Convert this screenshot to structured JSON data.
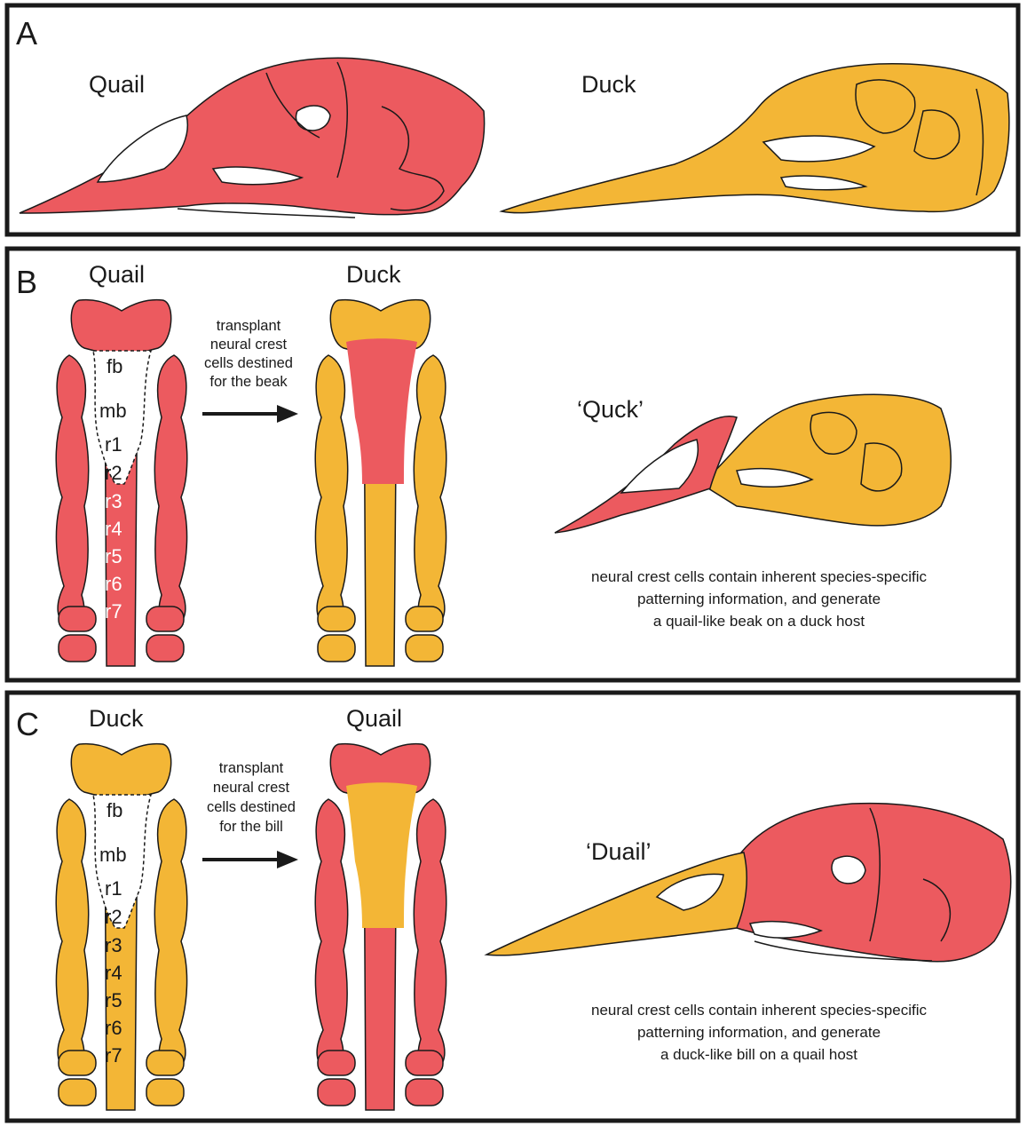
{
  "colors": {
    "quail": "#ec5a5f",
    "duck": "#f3b636",
    "outline": "#1a1a1a"
  },
  "panelA": {
    "letter": "A",
    "quail_label": "Quail",
    "duck_label": "Duck"
  },
  "panelB": {
    "letter": "B",
    "donor_label": "Quail",
    "host_label": "Duck",
    "arrow_text": [
      "transplant",
      "neural crest",
      "cells destined",
      "for the beak"
    ],
    "regions": [
      "fb",
      "mb",
      "r1",
      "r2",
      "r3",
      "r4",
      "r5",
      "r6",
      "r7"
    ],
    "chimera_label": "‘Quck’",
    "note": [
      "neural crest cells contain inherent species-specific",
      "patterning information, and generate",
      "a quail-like beak on a duck host"
    ]
  },
  "panelC": {
    "letter": "C",
    "donor_label": "Duck",
    "host_label": "Quail",
    "arrow_text": [
      "transplant",
      "neural crest",
      "cells destined",
      "for the bill"
    ],
    "regions": [
      "fb",
      "mb",
      "r1",
      "r2",
      "r3",
      "r4",
      "r5",
      "r6",
      "r7"
    ],
    "chimera_label": "‘Duail’",
    "note": [
      "neural crest cells contain inherent species-specific",
      "patterning information, and generate",
      "a duck-like bill on a quail host"
    ]
  }
}
